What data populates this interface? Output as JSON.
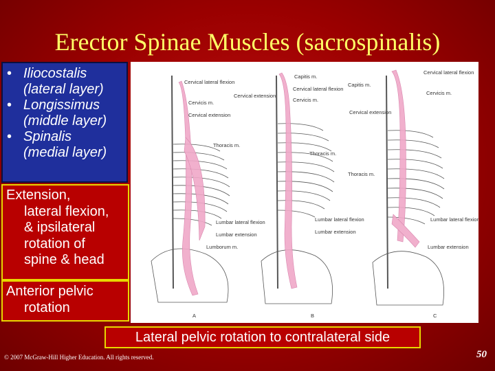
{
  "slide": {
    "title": "Erector Spinae Muscles (sacrospinalis)",
    "muscles": [
      {
        "name": "Iliocostalis",
        "layer": "(lateral layer)"
      },
      {
        "name": "Longissimus",
        "layer": "(middle layer)"
      },
      {
        "name": "Spinalis",
        "layer": "(medial layer)"
      }
    ],
    "action_box": {
      "first": "Extension,",
      "lines": [
        "lateral flexion,",
        "& ipsilateral",
        "rotation of",
        "spine & head"
      ]
    },
    "pelvic_box": {
      "first": "Anterior pelvic",
      "line2": "rotation"
    },
    "caption": "Lateral pelvic rotation to contralateral side",
    "copyright": "© 2007 McGraw-Hill Higher Education. All rights reserved.",
    "page_number": "50"
  },
  "figure": {
    "panel_a": {
      "labels": [
        "Cervical lateral flexion",
        "Cervicis m.",
        "Cervical extension",
        "Cervical extension",
        "Thoracis m.",
        "Lumbar lateral flexion",
        "Lumbar extension",
        "Lumborum m."
      ]
    },
    "panel_b": {
      "labels": [
        "Capitis m.",
        "Cervical lateral flexion",
        "Cervicis m.",
        "Thoracis m.",
        "Lumbar lateral flexion",
        "Lumbar extension"
      ]
    },
    "panel_c": {
      "labels": [
        "Cervical lateral flexion",
        "Capitis m.",
        "Cervical extension",
        "Cervicis m.",
        "Thoracis m.",
        "Lumbar lateral flexion",
        "Lumbar extension"
      ]
    },
    "panel_letters": [
      "A",
      "B",
      "C"
    ],
    "muscle_color": "#f0a8c8"
  }
}
